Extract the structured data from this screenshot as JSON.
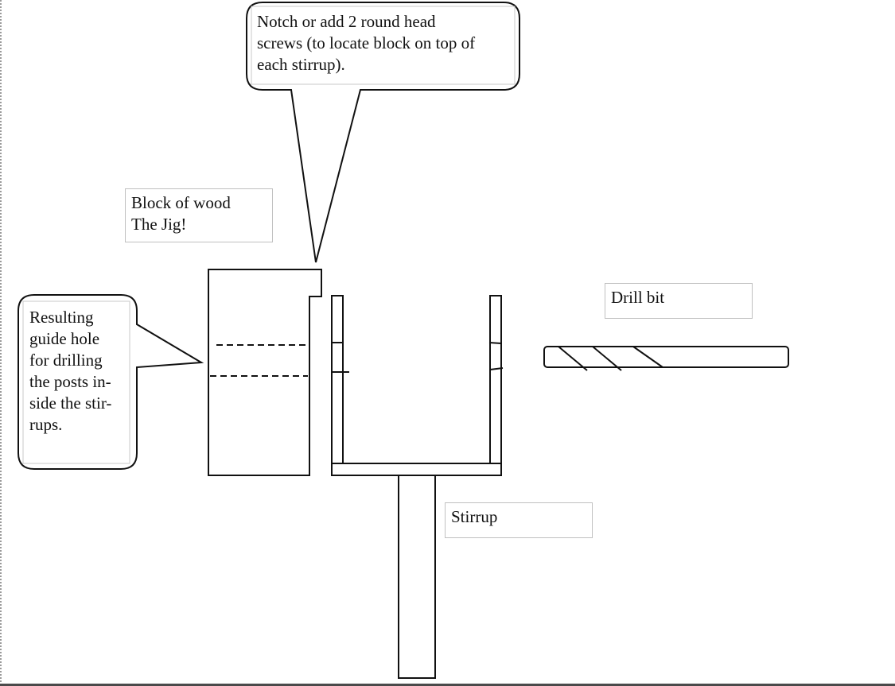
{
  "diagram": {
    "title": "Drilling jig for stirrup posts",
    "labels": {
      "notch_callout": "Notch or add 2 round head\nscrews (to locate block on top of\neach stirrup).",
      "block_label": "Block of wood\nThe Jig!",
      "guide_hole_callout": "Resulting\nguide hole\nfor drilling\nthe posts in-\nside the stir-\nrups.",
      "drill_bit_label": "Drill bit",
      "stirrup_label": "Stirrup"
    },
    "parts": [
      {
        "id": "jig-block",
        "name": "Block of wood (jig)",
        "features": [
          "notch at top-right corner",
          "guide hole shown as two dashed lines"
        ]
      },
      {
        "id": "stirrup",
        "name": "Stirrup",
        "features": [
          "U-shaped bracket",
          "two side plates with marks",
          "post below base"
        ]
      },
      {
        "id": "drill-bit",
        "name": "Drill bit",
        "features": [
          "horizontal bit with three flute lines"
        ]
      }
    ],
    "colors": {
      "line": "#111111",
      "label_border": "#c0c0c0",
      "background": "#ffffff"
    }
  }
}
